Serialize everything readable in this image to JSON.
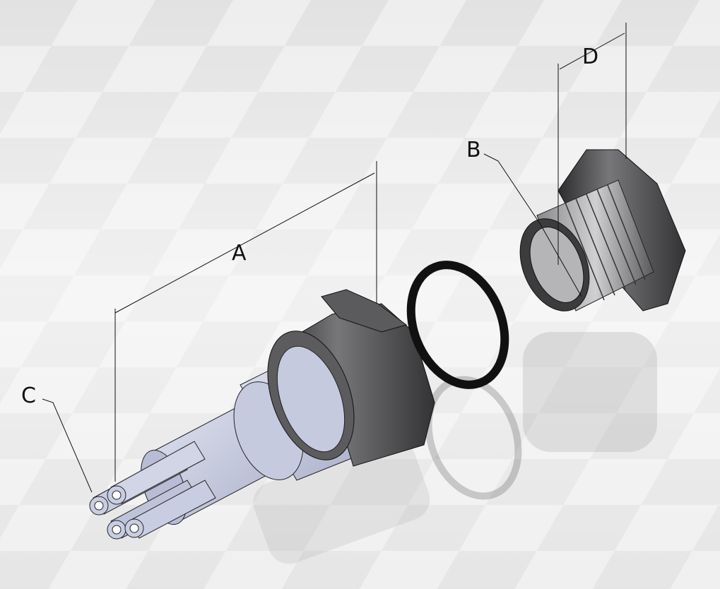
{
  "diagram": {
    "type": "exploded isometric CAD view of cable gland connector assembly",
    "dimension_labels": {
      "a": "A",
      "b": "B",
      "c": "C",
      "d": "D"
    },
    "colors": {
      "body": "#c9cde2",
      "nut": "#4a4a4c",
      "oring": "#101010",
      "fitting": "#3e3e40",
      "background": "#e9e9ea"
    }
  }
}
